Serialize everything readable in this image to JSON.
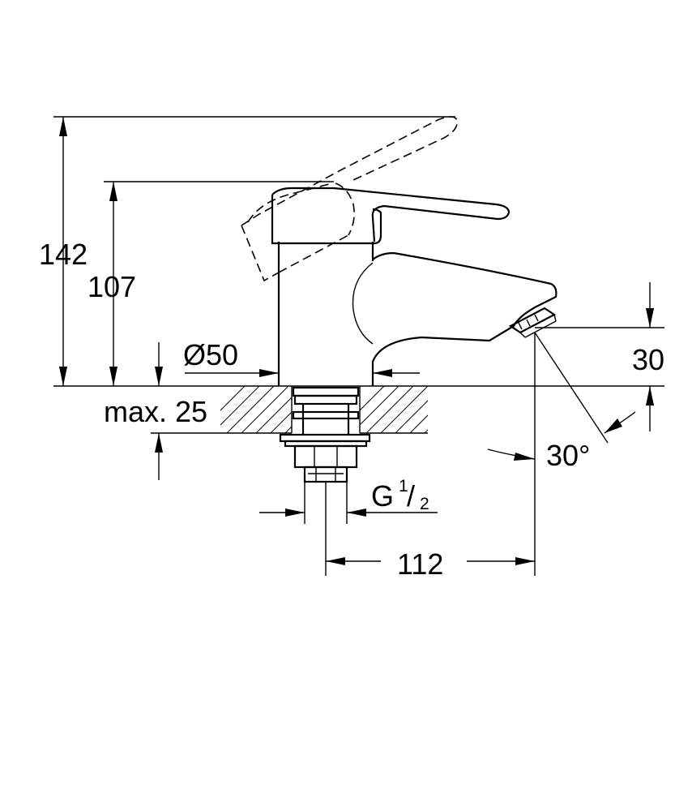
{
  "dimensions": {
    "total_height": "142",
    "body_height": "107",
    "diameter": "Ø50",
    "max_thickness": "max. 25",
    "outlet_height": "30",
    "angle": "30°",
    "thread_prefix": "G",
    "thread_num": "1",
    "thread_den": "2",
    "projection": "112"
  },
  "colors": {
    "line": "#000000",
    "background": "#ffffff"
  }
}
